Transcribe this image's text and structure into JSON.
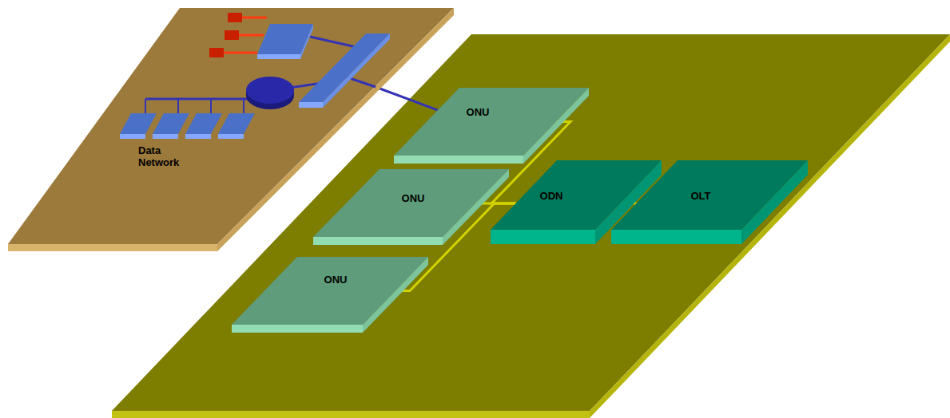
{
  "diagram": {
    "nodes": [
      {
        "text": [
          "Data Network"
        ]
      },
      {
        "text": [
          "ONU"
        ]
      },
      {
        "text": [
          "ONU"
        ]
      },
      {
        "text": [
          "ODN"
        ]
      },
      {
        "text": [
          "OLT"
        ]
      },
      {
        "text": [
          "ONU"
        ]
      }
    ],
    "edges": [
      {
        "from": 0,
        "to": 1,
        "arrow": "none"
      },
      {
        "from": 1,
        "to": 3,
        "arrow": "none"
      },
      {
        "from": 2,
        "to": 3,
        "arrow": "none"
      },
      {
        "from": 5,
        "to": 3,
        "arrow": "none"
      },
      {
        "from": 3,
        "to": 4,
        "arrow": "none"
      }
    ]
  }
}
